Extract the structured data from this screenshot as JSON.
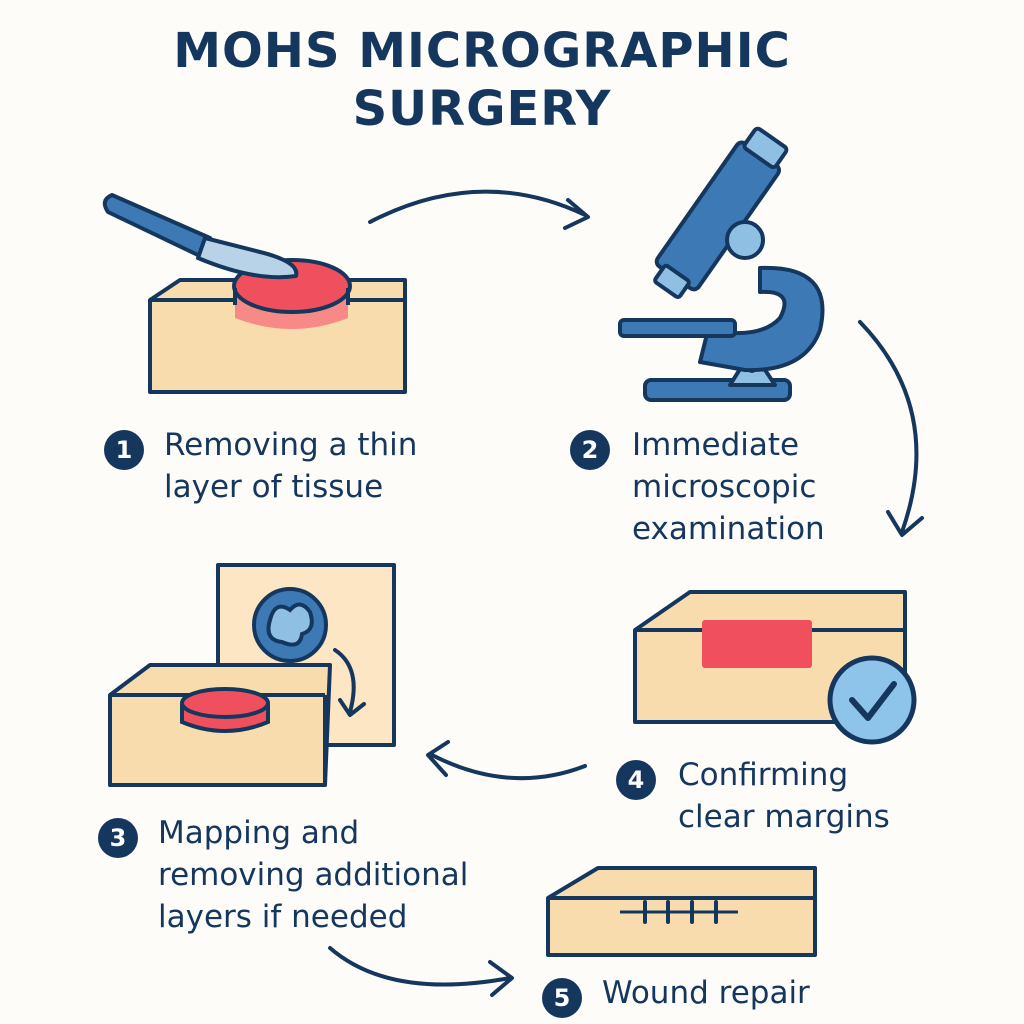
{
  "title": {
    "line1": "MOHS MICROGRAPHIC",
    "line2": "SURGERY"
  },
  "steps": [
    {
      "number": "1",
      "lines": [
        "Removing a thin",
        "layer of tissue"
      ]
    },
    {
      "number": "2",
      "lines": [
        "Immediate",
        "microscopic",
        "examination"
      ]
    },
    {
      "number": "3",
      "lines": [
        "Mapping and",
        "removing additional",
        "layers if needed"
      ]
    },
    {
      "number": "4",
      "lines": [
        "Confirming",
        "clear margins"
      ]
    },
    {
      "number": "5",
      "lines": [
        "Wound repair"
      ]
    }
  ],
  "icons": {
    "step1": "scalpel-on-skin-block-icon",
    "step2": "microscope-icon",
    "step3": "tissue-map-icon",
    "step4": "checkmark-skin-block-icon",
    "step5": "sutured-wound-icon"
  },
  "colors": {
    "navy": "#15375e",
    "skin": "#f9dcae",
    "lesion": "#f0505e",
    "lesion_light": "#f78a86",
    "microscope_blue": "#3d79b4",
    "light_blue": "#8fc0e4",
    "check_blue": "#8ec3ea",
    "background": "#fdfcf9"
  }
}
